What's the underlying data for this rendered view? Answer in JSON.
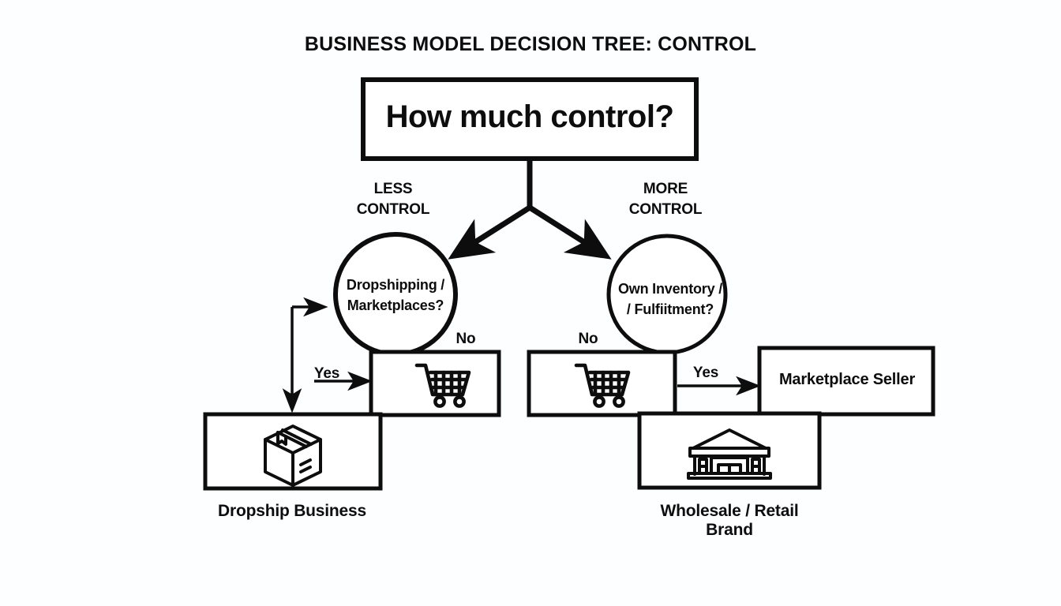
{
  "page": {
    "title": "BUSINESS MODEL DECISION TREE: CONTROL",
    "background_color": "#fdfeff",
    "ink_color": "#0d0d0d"
  },
  "root": {
    "question": "How much control?"
  },
  "branches": [
    {
      "label": "LESS\nCONTROL",
      "direction": "left"
    },
    {
      "label": "MORE\nCONTROL",
      "direction": "right"
    }
  ],
  "decisions": [
    {
      "id": "dropshipping-marketplaces",
      "label": "Dropshipping /\nMarketplaces?",
      "shape": "circle"
    },
    {
      "id": "own-inventory-fulfilment",
      "label": "Own Inventory /\n/ Fulfiitment?",
      "shape": "circle"
    }
  ],
  "edges": {
    "yes_left": "Yes",
    "no_left": "No",
    "no_right": "No",
    "yes_right": "Yes"
  },
  "nodes": {
    "cart_left_icon": "shopping-cart-icon",
    "cart_right_icon": "shopping-cart-icon",
    "package_icon": "package-box-icon",
    "warehouse_icon": "warehouse-building-icon"
  },
  "outcomes": [
    {
      "id": "marketplace-seller",
      "label": "Marketplace Seller"
    }
  ],
  "captions": [
    {
      "id": "dropship-business",
      "label": "Dropship Business"
    },
    {
      "id": "wholesale-retail-brand",
      "label": "Wholesale / Retail Brand"
    }
  ]
}
